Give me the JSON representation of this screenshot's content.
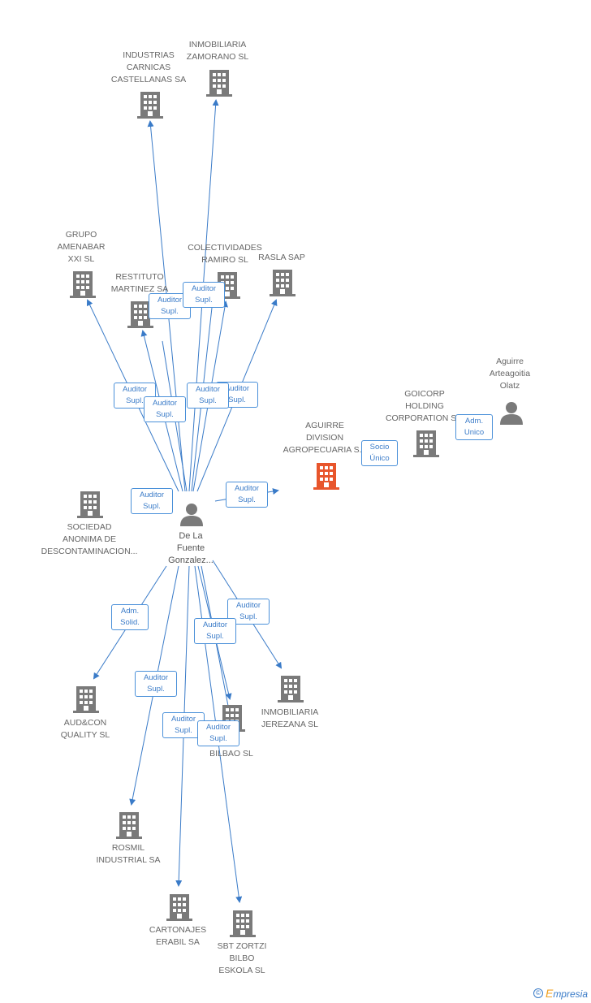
{
  "colors": {
    "edge": "#3a7bc8",
    "company": "#7a7a7a",
    "highlight_company": "#e8552b",
    "person": "#7a7a7a",
    "label_text": "#666666"
  },
  "nodes": {
    "industrias_carnicas": {
      "label": "INDUSTRIAS\nCARNICAS\nCASTELLANAS SA",
      "kind": "company"
    },
    "inmobiliaria_zamorano": {
      "label": "INMOBILIARIA\nZAMORANO SL",
      "kind": "company"
    },
    "grupo_amenabar": {
      "label": "GRUPO\nAMENABAR\nXXI SL",
      "kind": "company"
    },
    "restituto_martinez": {
      "label": "RESTITUTO\nMARTINEZ SA",
      "kind": "company"
    },
    "colectividades_ramiro": {
      "label": "COLECTIVIDADES\nRAMIRO SL",
      "kind": "company"
    },
    "rasla_sap": {
      "label": "RASLA SAP",
      "kind": "company"
    },
    "aguirre_division": {
      "label": "AGUIRRE\nDIVISION\nAGROPECUARIA S...",
      "kind": "company-highlight"
    },
    "goicorp_holding": {
      "label": "GOICORP\nHOLDING\nCORPORATION S...",
      "kind": "company"
    },
    "aguirre_person": {
      "label": "Aguirre\nArteagoitia\nOlatz",
      "kind": "person"
    },
    "sociedad_anonima": {
      "label": "SOCIEDAD\nANONIMA DE\nDESCONTAMINACION...",
      "kind": "company"
    },
    "de_la_fuente": {
      "label": "De La\nFuente\nGonzalez...",
      "kind": "person"
    },
    "audcon_quality": {
      "label": "AUD&CON\nQUALITY SL",
      "kind": "company"
    },
    "inmobiliaria_jerezana": {
      "label": "INMOBILIARIA\nJEREZANA SL",
      "kind": "company"
    },
    "bilbao_sl": {
      "label": "...S\nBILBAO SL",
      "kind": "company"
    },
    "rosmil_industrial": {
      "label": "ROSMIL\nINDUSTRIAL SA",
      "kind": "company"
    },
    "cartonajes_erabil": {
      "label": "CARTONAJES\nERABIL SA",
      "kind": "company"
    },
    "sbt_zortzi": {
      "label": "SBT ZORTZI\nBILBO\nESKOLA SL",
      "kind": "company"
    }
  },
  "edge_labels": {
    "e1": "Auditor\nSupl.",
    "e2": "Auditor\nSupl.",
    "e3": "Auditor\nSupl.",
    "e4": "Auditor\nSupl.",
    "e5": "Auditor\nSupl.",
    "e6": "Auditor\nSupl.",
    "e7": "Auditor\nSupl.",
    "e8": "Auditor\nSupl.",
    "e9": "Socio\nÚnico",
    "e10": "Adm.\nUnico",
    "e11": "Adm.\nSolid.",
    "e12": "Auditor\nSupl.",
    "e13": "Auditor\nSupl.",
    "e14": "Auditor\nSupl.",
    "e15": "Auditor\nSupl.",
    "e16": "Auditor\nSupl."
  },
  "brand": {
    "copyright": "©",
    "e": "E",
    "name": "mpresia"
  }
}
